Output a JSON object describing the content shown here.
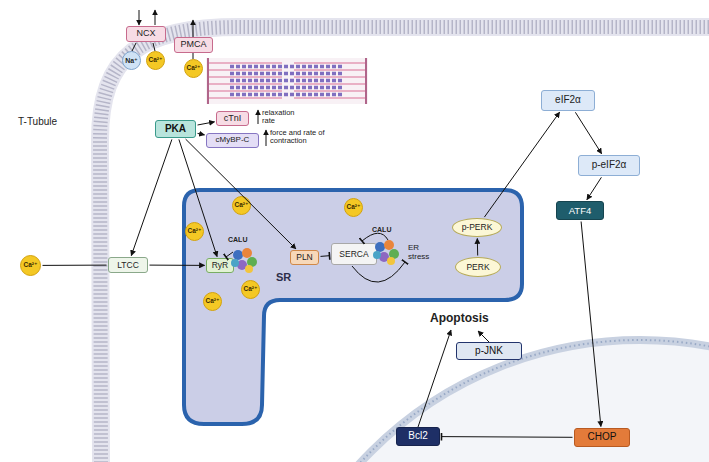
{
  "diagram": {
    "nodes": [
      {
        "text": [
          "NCX"
        ]
      },
      {
        "text": [
          "Na⁺"
        ]
      },
      {
        "text": [
          "Ca²⁺"
        ]
      },
      {
        "text": [
          "PMCA"
        ]
      },
      {
        "text": [
          "Ca²⁺"
        ]
      },
      {
        "text": [
          "PKA"
        ]
      },
      {
        "text": [
          "cTnI"
        ]
      },
      {
        "text": [
          "cMyBP-C"
        ]
      },
      {
        "text": [
          "Ca²⁺"
        ]
      },
      {
        "text": [
          "LTCC"
        ]
      },
      {
        "text": [
          "SR"
        ]
      },
      {
        "text": [
          "RyR"
        ],
        "in": 10
      },
      {
        "text": [
          "Ca²⁺"
        ],
        "in": 10
      },
      {
        "text": [
          "Ca²⁺"
        ],
        "in": 10
      },
      {
        "text": [
          "Ca²⁺"
        ],
        "in": 10
      },
      {
        "text": [
          "Ca²⁺"
        ],
        "in": 10
      },
      {
        "text": [
          "Ca²⁺"
        ],
        "in": 10
      },
      {
        "text": [
          "PLN"
        ],
        "in": 10
      },
      {
        "text": [
          "SERCA"
        ],
        "in": 10
      },
      {
        "text": [
          "p-PERK"
        ],
        "in": 10
      },
      {
        "text": [
          "PERK"
        ],
        "in": 10
      },
      {
        "text": [
          "eIF2α"
        ]
      },
      {
        "text": [
          "p-eIF2α"
        ]
      },
      {
        "text": [
          "ATF4"
        ]
      },
      {
        "text": [
          "p-JNK"
        ]
      },
      {
        "text": [
          "Bcl2"
        ]
      },
      {
        "text": [
          "CHOP"
        ]
      }
    ],
    "edges": [
      {
        "from": 5,
        "to": 6,
        "arrow": "to"
      },
      {
        "from": 5,
        "to": 7,
        "arrow": "to"
      },
      {
        "from": 5,
        "to": 9,
        "arrow": "to"
      },
      {
        "from": 5,
        "to": 11,
        "arrow": "to"
      },
      {
        "from": 5,
        "to": 17,
        "arrow": "to"
      },
      {
        "from": 8,
        "to": 9,
        "arrow": "none"
      },
      {
        "from": 9,
        "to": 11,
        "arrow": "to"
      },
      {
        "from": 17,
        "to": 18,
        "arrow": "to"
      },
      {
        "from": 20,
        "to": 19,
        "arrow": "to"
      },
      {
        "from": 19,
        "to": 21,
        "arrow": "to"
      },
      {
        "from": 21,
        "to": 22,
        "arrow": "to"
      },
      {
        "from": 22,
        "to": 23,
        "arrow": "to"
      },
      {
        "from": 23,
        "to": 26,
        "arrow": "to"
      },
      {
        "from": 26,
        "to": 25,
        "arrow": "to"
      }
    ],
    "labels": [
      "T-Tubule",
      "relaxation rate",
      "force and rate of contraction",
      "CALU",
      "CALU",
      "ER stress",
      "Apoptosis"
    ]
  }
}
